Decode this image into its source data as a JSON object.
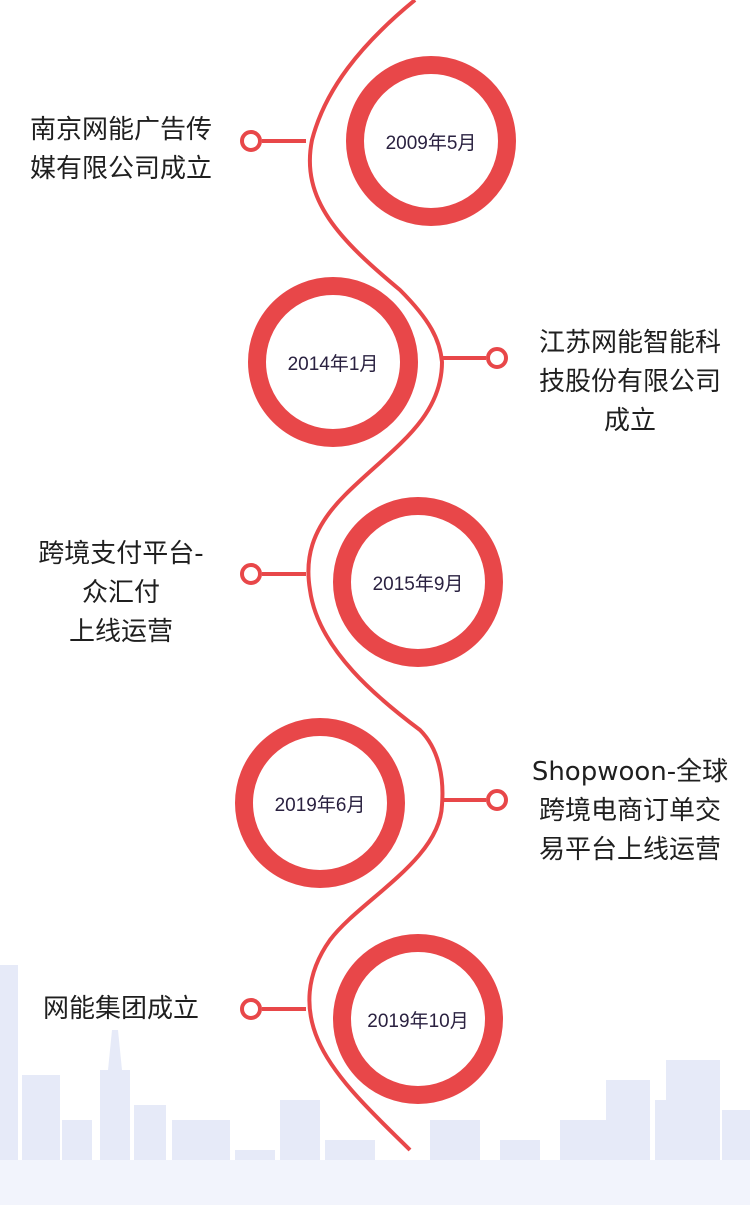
{
  "theme": {
    "accent": "#e84749",
    "date_text": "#2a2140",
    "label_text": "#1f1f1f",
    "skyline": "#e3e8f7"
  },
  "milestones": [
    {
      "date": "2009年5月",
      "text": "南京网能广告传\n媒有限公司成立"
    },
    {
      "date": "2014年1月",
      "text": "江苏网能智能科\n技股份有限公司\n成立"
    },
    {
      "date": "2015年9月",
      "text": "跨境支付平台-\n众汇付\n上线运营"
    },
    {
      "date": "2019年6月",
      "text": "Shopwoon-全球\n跨境电商订单交\n易平台上线运营"
    },
    {
      "date": "2019年10月",
      "text": "网能集团成立"
    }
  ]
}
